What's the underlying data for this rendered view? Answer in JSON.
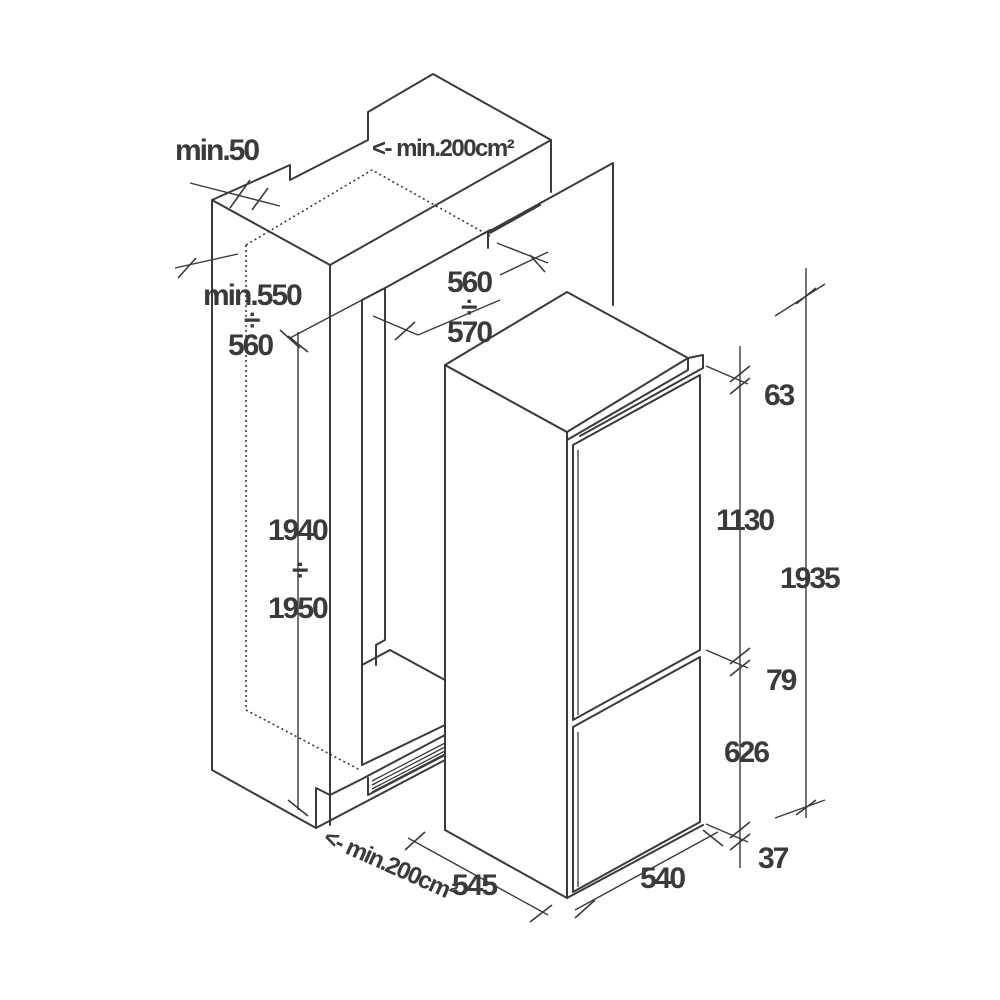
{
  "diagram": {
    "labels": {
      "top_clearance": "min.50",
      "top_vent": "<- min.200cm²",
      "niche_depth_a": "min.550",
      "niche_depth_div": "÷",
      "niche_depth_b": "560",
      "niche_width_a": "560",
      "niche_width_div": "÷",
      "niche_width_b": "570",
      "niche_height_a": "1940",
      "niche_height_div": "÷",
      "niche_height_b": "1950",
      "bottom_vent": "<- min.200cm²",
      "appliance_depth": "545",
      "appliance_width": "540",
      "top_gap": "63",
      "upper_door": "1130",
      "door_gap": "79",
      "lower_door": "626",
      "bottom_gap": "37",
      "total_height": "1935"
    }
  }
}
